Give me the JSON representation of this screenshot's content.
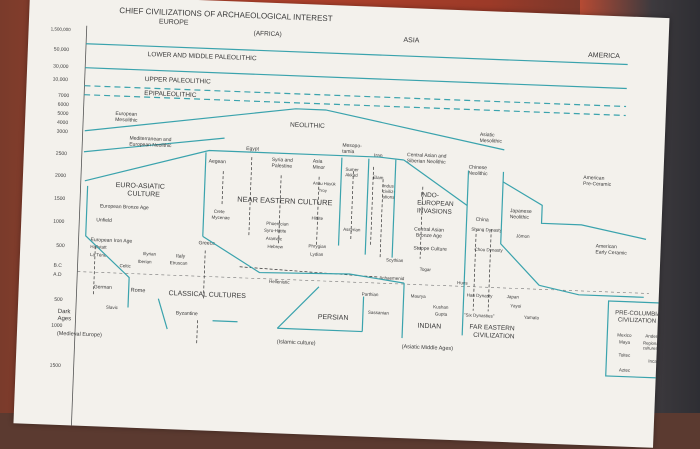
{
  "title": "CHIEF CIVILIZATIONS OF ARCHAEOLOGICAL INTEREST",
  "regions": {
    "europe": "EUROPE",
    "africa": "(AFRICA)",
    "asia": "ASIA",
    "america": "AMERICA"
  },
  "scale": {
    "top": "1,500,000",
    "labels": [
      "50,000",
      "30,000",
      "10,000",
      "7000",
      "6000",
      "5000",
      "4000",
      "3000",
      "2500",
      "2000",
      "1500",
      "1000",
      "500"
    ],
    "bc": "B.C",
    "ad": "A.D",
    "lower_labels": [
      "500",
      "1000",
      "1500"
    ]
  },
  "eras": {
    "lower_middle_paleolithic": "LOWER AND MIDDLE PALEOLITHIC",
    "upper_paleolithic": "UPPER PALEOLITHIC",
    "epipaleolithic": "EPIPALEOLITHIC",
    "neolithic": "NEOLITHIC"
  },
  "labels": {
    "european_mesolithic": [
      "European",
      "Mesolithic"
    ],
    "asiatic_mesolithic": [
      "Asiatic",
      "Mesolithic"
    ],
    "med_neolithic": [
      "Mediterranean and",
      "European Neolithic"
    ],
    "aegean": "Aegean",
    "egypt": "Egypt",
    "syria": [
      "Syria and",
      "Palestine"
    ],
    "asia_minor": [
      "Asia",
      "Minor"
    ],
    "mesopotamia": [
      "Mesopo-",
      "tamia"
    ],
    "iran": "Iran",
    "central_asian": [
      "Central Asian and",
      "Siberian Neolithic"
    ],
    "chinese_neolithic": [
      "Chinese",
      "Neolithic"
    ],
    "american_precer": [
      "American",
      "Pre-Ceramic"
    ],
    "anau": "Anau Hüyük",
    "troy": "Troy",
    "sumer": [
      "Sumer",
      "Akkad"
    ],
    "elam": "Elam",
    "indus": [
      "Indus",
      "civiliz-",
      "ations"
    ],
    "euro_asiatic": [
      "EURO-ASIATIC",
      "CULTURE"
    ],
    "euro_bronze": "European Bronze Age",
    "crete": [
      "Crete",
      "Mycenae"
    ],
    "near_eastern": "NEAR  EASTERN  CULTURE",
    "hittite": "Hittite",
    "phoenician": "Phoenician",
    "syro_hittite": "Syro-Hittite",
    "aramaic": "Aramaic",
    "hebrew": "Hebrew",
    "phrygian": "Phrygian",
    "lydian": "Lydian",
    "assyrian": "Assyrian",
    "indo_european": [
      "INDO-",
      "EUROPEAN",
      "INVASIONS"
    ],
    "central_asian_bronze": [
      "Central Asian",
      "Bronze Age"
    ],
    "steppe": "Steppe Culture",
    "scythian": "Scythian",
    "china": "China",
    "shang": "Shang Dynasty",
    "chou": "Chou Dynasty",
    "japanese_neolithic": [
      "Japanese",
      "Neolithic"
    ],
    "jomon": "Jōmon",
    "american_early_ceramic": [
      "American",
      "Early Ceramic"
    ],
    "unfield": "Unfield",
    "euro_iron": "European Iron Age",
    "hallstatt": "Hallstatt",
    "la_tene": "La Tène",
    "celtic": "Celtic",
    "illyrian": "Illyrian",
    "iberian": "Iberian",
    "greece": "Greece",
    "italy": "Italy",
    "etruscan": "Etruscan",
    "achaemenid": "Achaemenid",
    "togar": "Togar",
    "huns": "Huns",
    "hellenistic": "Hellenistic",
    "parthian": "Parthian",
    "maurya": "Maurya",
    "han": "Han Dynasty",
    "japan": "Japan",
    "yayoi": "Yayoi",
    "german": "German",
    "rome": "Rome",
    "classical": "CLASSICAL  CULTURES",
    "kushan": "Kushan",
    "gupta": "Gupta",
    "six_dyn": "\"Six Dynasties\"",
    "yamato": "Yamato",
    "sassanian": "Sassanian",
    "slavic": "Slavic",
    "byzantine": "Byzantine",
    "persian": "PERSIAN",
    "indian": "INDIAN",
    "far_eastern": [
      "FAR  EASTERN",
      "CIVILIZATION"
    ],
    "dark_ages": [
      "Dark",
      "Ages"
    ],
    "medieval": "(Medieval Europe)",
    "islamic": "(Islamic culture)",
    "asiatic_middle": "(Asiatic Middle Ages)",
    "pre_columbian": [
      "PRE-COLUMBIAN",
      "CIVILIZATION"
    ],
    "mexico": "Mexico",
    "maya": "Maya",
    "andes": "Andes",
    "regional": [
      "Regional",
      "cultures"
    ],
    "toltec": "Toltec",
    "inca": "Inca",
    "aztec": "Aztec"
  },
  "colors": {
    "accent": "#3aa3ad",
    "paper": "#f3f1ec",
    "ink": "#3a3a3a"
  }
}
